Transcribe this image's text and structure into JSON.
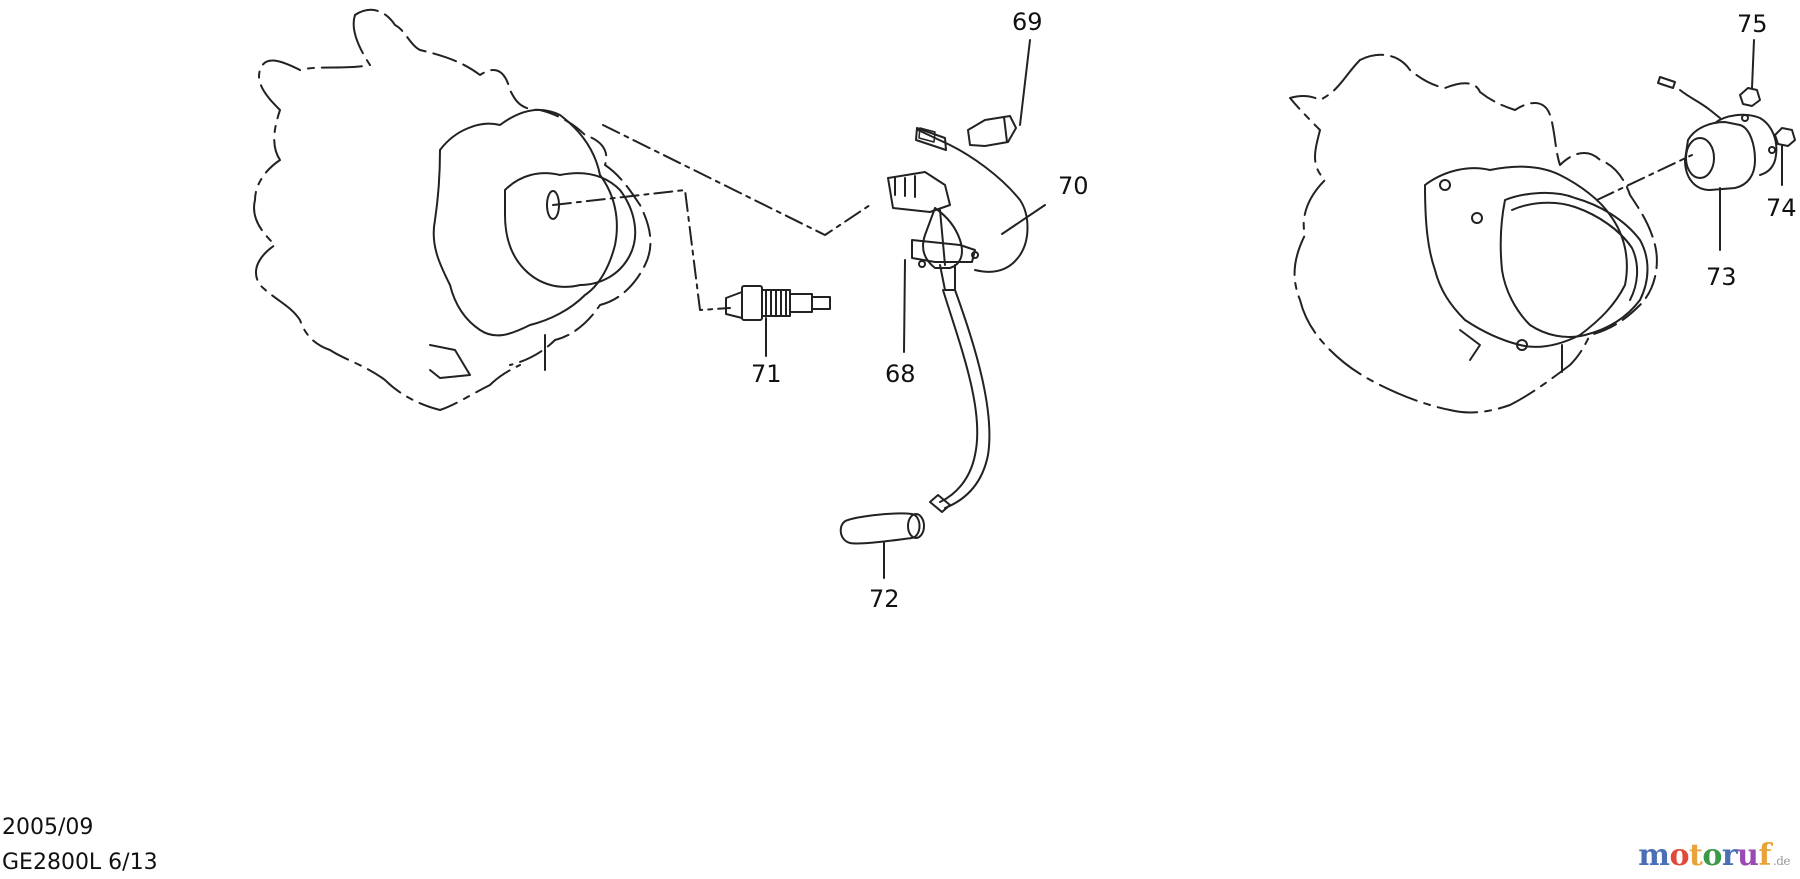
{
  "labels": {
    "p68": "68",
    "p69": "69",
    "p70": "70",
    "p71": "71",
    "p72": "72",
    "p73": "73",
    "p74": "74",
    "p75": "75"
  },
  "footer": {
    "date": "2005/09",
    "model": "GE2800L 6/13"
  },
  "watermark": {
    "letters": [
      "m",
      "o",
      "t",
      "o",
      "r",
      "u",
      "f"
    ],
    "tld": ".de",
    "colors": [
      "#4a6fb5",
      "#e04a3a",
      "#e8a33a",
      "#3a9a4a",
      "#4a6fb5",
      "#9a4ab5",
      "#e8a33a"
    ]
  }
}
